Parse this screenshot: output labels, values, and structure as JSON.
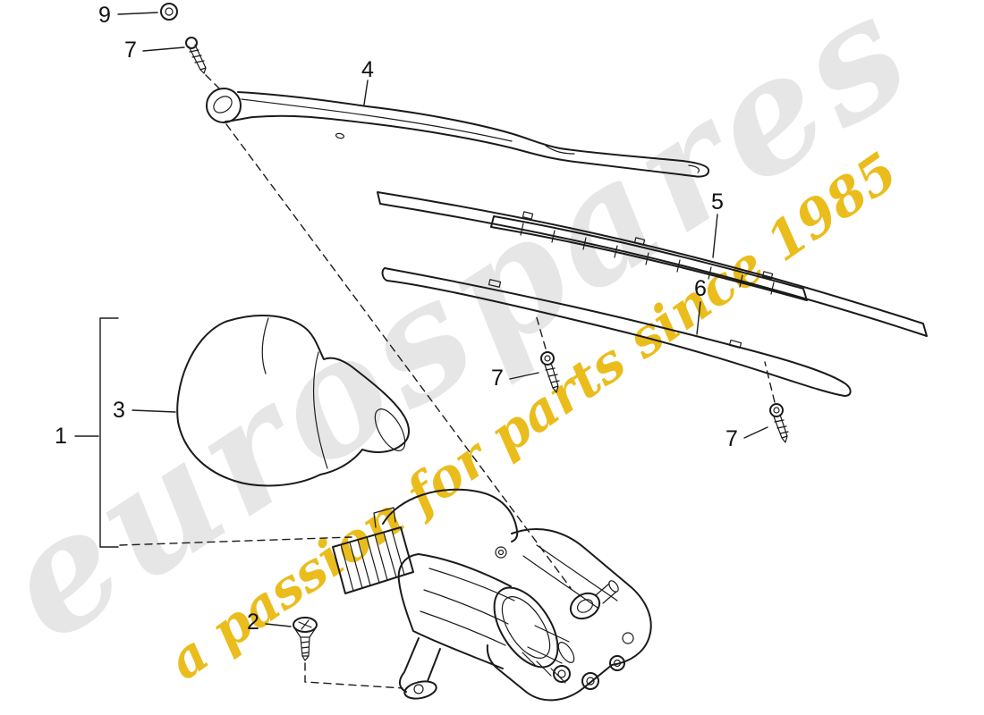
{
  "watermark": {
    "brand": "eurospares",
    "tagline": "a passion for parts since 1985",
    "brand_color": "#d2d2d2",
    "tagline_color": "#e9b80a"
  },
  "colors": {
    "line": "#1b1b1b",
    "background": "#ffffff"
  },
  "labels": [
    {
      "text": "9"
    },
    {
      "text": "7"
    },
    {
      "text": "4"
    },
    {
      "text": "5"
    },
    {
      "text": "6"
    },
    {
      "text": "7"
    },
    {
      "text": "7"
    },
    {
      "text": "3"
    },
    {
      "text": "1"
    },
    {
      "text": "2"
    }
  ]
}
